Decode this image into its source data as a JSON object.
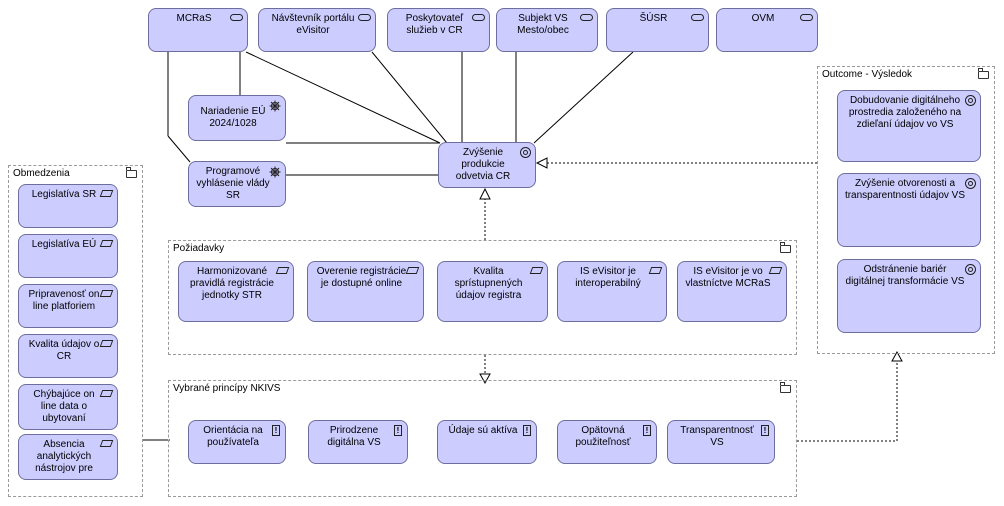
{
  "stakeholders": [
    {
      "id": "mcras",
      "label": "MCRaS"
    },
    {
      "id": "navstevnik",
      "label": "Návštevník portálu eVisitor"
    },
    {
      "id": "poskytovatel",
      "label": "Poskytovateľ služieb v CR"
    },
    {
      "id": "subjekt",
      "label": "Subjekt VS Mesto/obec"
    },
    {
      "id": "susr",
      "label": "ŠÚSR"
    },
    {
      "id": "ovm",
      "label": "OVM"
    }
  ],
  "drivers": [
    {
      "id": "nariadenie",
      "label": "Nariadenie EÚ 2024/1028"
    },
    {
      "id": "programove",
      "label": "Programové vyhlásenie vlády SR"
    }
  ],
  "main_goal": {
    "label": "Zvýšenie produkcie odvetvia CR"
  },
  "groups": {
    "obmedzenia": {
      "title": "Obmedzenia",
      "items": [
        "Legislatíva SR",
        "Legislatíva EÚ",
        "Pripravenosť on line platforiem",
        "Kvalita údajov o CR",
        "Chýbajúce on line data o ubytovaní",
        "Absencia analytických nástrojov pre"
      ]
    },
    "poziadavky": {
      "title": "Požiadavky",
      "items": [
        "Harmonizované pravidlá registrácie jednotky STR",
        "Overenie registrácie je dostupné online",
        "Kvalita sprístupnených údajov registra",
        "IS eVisitor je interoperabilný",
        "IS eVisitor je vo vlastníctve MCRaS"
      ]
    },
    "principy": {
      "title": "Vybrané princípy NKIVS",
      "items": [
        "Orientácia na používateľa",
        "Prirodzene digitálna VS",
        "Údaje sú aktíva",
        "Opätovná použiteľnosť",
        "Transparentnosť VS"
      ]
    },
    "outcome": {
      "title": "Outcome - Výsledok",
      "items": [
        "Dobudovanie digitálneho prostredia založeného na zdieľaní údajov vo VS",
        "Zvýšenie otvorenosti a transparentnosti údajov VS",
        "Odstránenie bariér digitálnej transformácie VS"
      ]
    }
  },
  "colors": {
    "node_fill": "#ccccff",
    "node_border": "#6e6e9e",
    "line": "#000000",
    "group_border": "#9a9a9a"
  }
}
